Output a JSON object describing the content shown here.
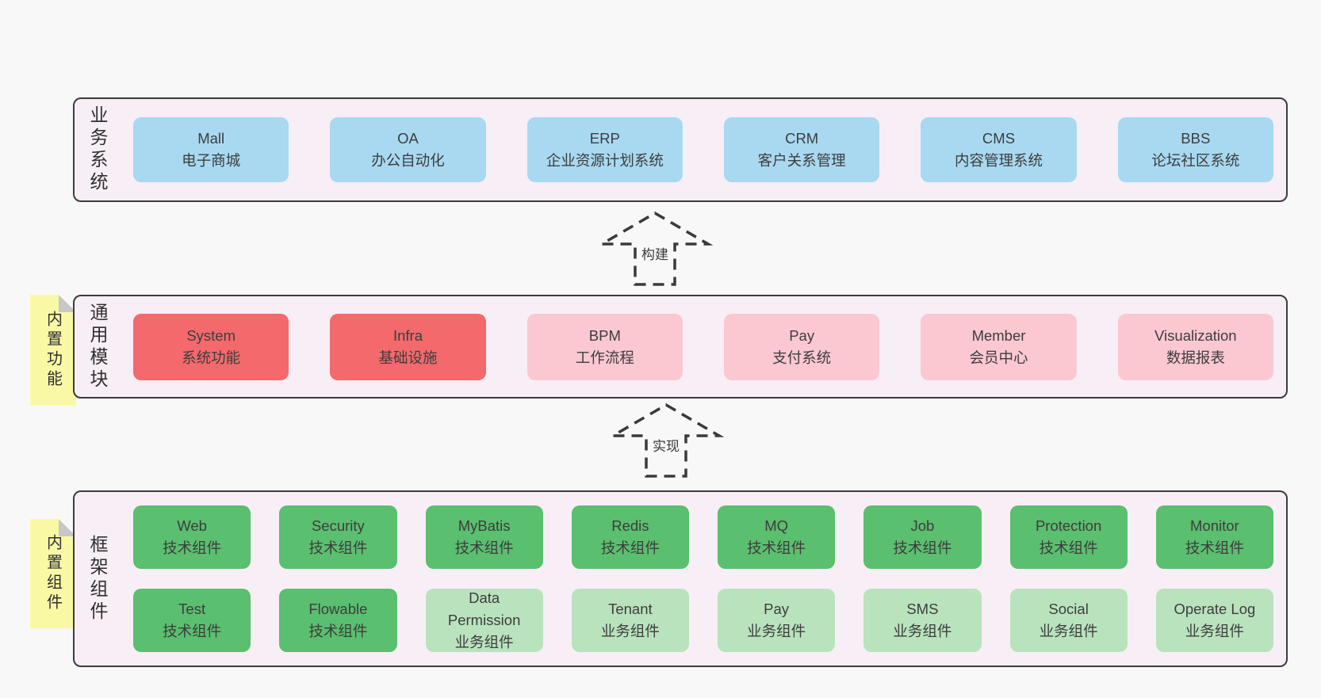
{
  "diagram": {
    "rows": [
      {
        "label": "业务系统",
        "boxes": [
          {
            "en": "Mall",
            "zh": "电子商城",
            "variant": "blue"
          },
          {
            "en": "OA",
            "zh": "办公自动化",
            "variant": "blue"
          },
          {
            "en": "ERP",
            "zh": "企业资源计划系统",
            "variant": "blue"
          },
          {
            "en": "CRM",
            "zh": "客户关系管理",
            "variant": "blue"
          },
          {
            "en": "CMS",
            "zh": "内容管理系统",
            "variant": "blue"
          },
          {
            "en": "BBS",
            "zh": "论坛社区系统",
            "variant": "blue"
          }
        ]
      },
      {
        "label": "通用模块",
        "sticky": "内置功能",
        "boxes": [
          {
            "en": "System",
            "zh": "系统功能",
            "variant": "red"
          },
          {
            "en": "Infra",
            "zh": "基础设施",
            "variant": "red"
          },
          {
            "en": "BPM",
            "zh": "工作流程",
            "variant": "pink"
          },
          {
            "en": "Pay",
            "zh": "支付系统",
            "variant": "pink"
          },
          {
            "en": "Member",
            "zh": "会员中心",
            "variant": "pink"
          },
          {
            "en": "Visualization",
            "zh": "数据报表",
            "variant": "pink"
          }
        ]
      },
      {
        "label": "框架组件",
        "sticky": "内置组件",
        "boxes": [
          {
            "en": "Web",
            "zh": "技术组件",
            "variant": "green"
          },
          {
            "en": "Security",
            "zh": "技术组件",
            "variant": "green"
          },
          {
            "en": "MyBatis",
            "zh": "技术组件",
            "variant": "green"
          },
          {
            "en": "Redis",
            "zh": "技术组件",
            "variant": "green"
          },
          {
            "en": "MQ",
            "zh": "技术组件",
            "variant": "green"
          },
          {
            "en": "Job",
            "zh": "技术组件",
            "variant": "green"
          },
          {
            "en": "Protection",
            "zh": "技术组件",
            "variant": "green"
          },
          {
            "en": "Monitor",
            "zh": "技术组件",
            "variant": "green"
          },
          {
            "en": "Test",
            "zh": "技术组件",
            "variant": "green"
          },
          {
            "en": "Flowable",
            "zh": "技术组件",
            "variant": "green"
          },
          {
            "en": "Data Permission",
            "zh": "业务组件",
            "variant": "lightgreen"
          },
          {
            "en": "Tenant",
            "zh": "业务组件",
            "variant": "lightgreen"
          },
          {
            "en": "Pay",
            "zh": "业务组件",
            "variant": "lightgreen"
          },
          {
            "en": "SMS",
            "zh": "业务组件",
            "variant": "lightgreen"
          },
          {
            "en": "Social",
            "zh": "业务组件",
            "variant": "lightgreen"
          },
          {
            "en": "Operate Log",
            "zh": "业务组件",
            "variant": "lightgreen"
          }
        ]
      }
    ],
    "arrows": [
      {
        "label": "构建"
      },
      {
        "label": "实现"
      }
    ],
    "colors": {
      "box_blue": "#a8d9f1",
      "box_red": "#f3696c",
      "box_pink": "#fbc8d2",
      "box_green": "#5abf6e",
      "box_light_green": "#b9e3bd",
      "panel_bg": "#f8eef6",
      "sticky_yellow": "#f9f9a5",
      "fold_gray": "#c7c7c9",
      "outline": "#3a3a3a",
      "page_bg": "#f8f8f8"
    }
  }
}
